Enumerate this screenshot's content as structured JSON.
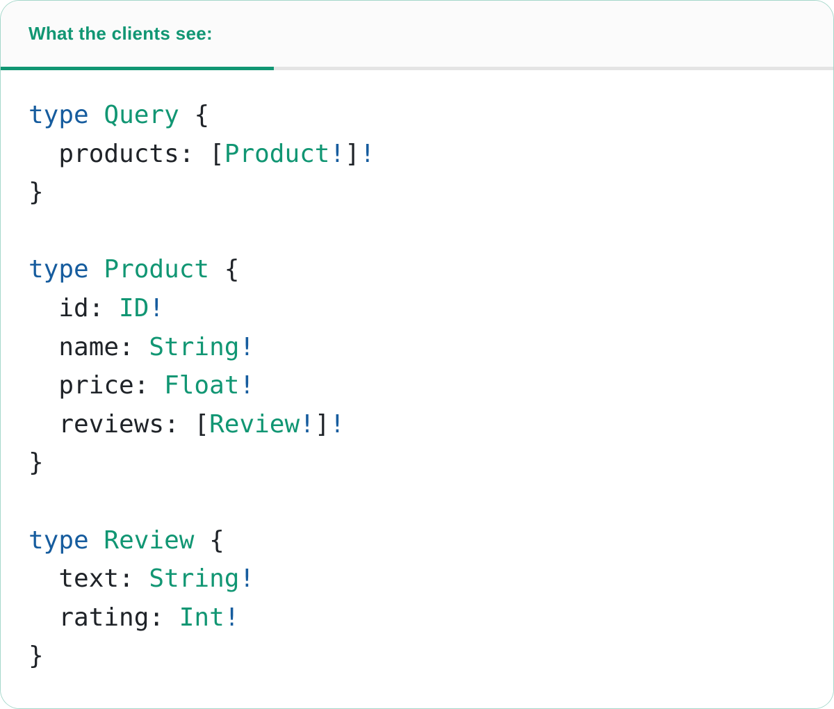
{
  "tabbar": {
    "active_tab": {
      "label": "What the clients see:"
    }
  },
  "colors": {
    "accent_green": "#119673",
    "keyword_blue": "#165c9e",
    "nonnull_blue": "#165c9e",
    "code_text": "#1f2328",
    "tab_indicator": "#119673",
    "tabbar_background": "#fbfbfb",
    "tabbar_border": "#e4e4e4",
    "card_border": "rgba(17,150,115,0.38)",
    "background": "#ffffff"
  },
  "code": {
    "language": "graphql",
    "source_lines": [
      "type Query {",
      "  products: [Product!]!",
      "}",
      "",
      "type Product {",
      "  id: ID!",
      "  name: String!",
      "  price: Float!",
      "  reviews: [Review!]!",
      "}",
      "",
      "type Review {",
      "  text: String!",
      "  rating: Int!",
      "}"
    ],
    "lines": [
      [
        [
          "keyword",
          "type"
        ],
        [
          "plain",
          " "
        ],
        [
          "typename",
          "Query"
        ],
        [
          "plain",
          " {"
        ]
      ],
      [
        [
          "plain",
          "  products: ["
        ],
        [
          "typename",
          "Product"
        ],
        [
          "nonnull",
          "!"
        ],
        [
          "plain",
          "]"
        ],
        [
          "nonnull",
          "!"
        ]
      ],
      [
        [
          "plain",
          "}"
        ]
      ],
      [],
      [
        [
          "keyword",
          "type"
        ],
        [
          "plain",
          " "
        ],
        [
          "typename",
          "Product"
        ],
        [
          "plain",
          " {"
        ]
      ],
      [
        [
          "plain",
          "  id: "
        ],
        [
          "typename",
          "ID"
        ],
        [
          "nonnull",
          "!"
        ]
      ],
      [
        [
          "plain",
          "  name: "
        ],
        [
          "typename",
          "String"
        ],
        [
          "nonnull",
          "!"
        ]
      ],
      [
        [
          "plain",
          "  price: "
        ],
        [
          "typename",
          "Float"
        ],
        [
          "nonnull",
          "!"
        ]
      ],
      [
        [
          "plain",
          "  reviews: ["
        ],
        [
          "typename",
          "Review"
        ],
        [
          "nonnull",
          "!"
        ],
        [
          "plain",
          "]"
        ],
        [
          "nonnull",
          "!"
        ]
      ],
      [
        [
          "plain",
          "}"
        ]
      ],
      [],
      [
        [
          "keyword",
          "type"
        ],
        [
          "plain",
          " "
        ],
        [
          "typename",
          "Review"
        ],
        [
          "plain",
          " {"
        ]
      ],
      [
        [
          "plain",
          "  text: "
        ],
        [
          "typename",
          "String"
        ],
        [
          "nonnull",
          "!"
        ]
      ],
      [
        [
          "plain",
          "  rating: "
        ],
        [
          "typename",
          "Int"
        ],
        [
          "nonnull",
          "!"
        ]
      ],
      [
        [
          "plain",
          "}"
        ]
      ]
    ]
  }
}
